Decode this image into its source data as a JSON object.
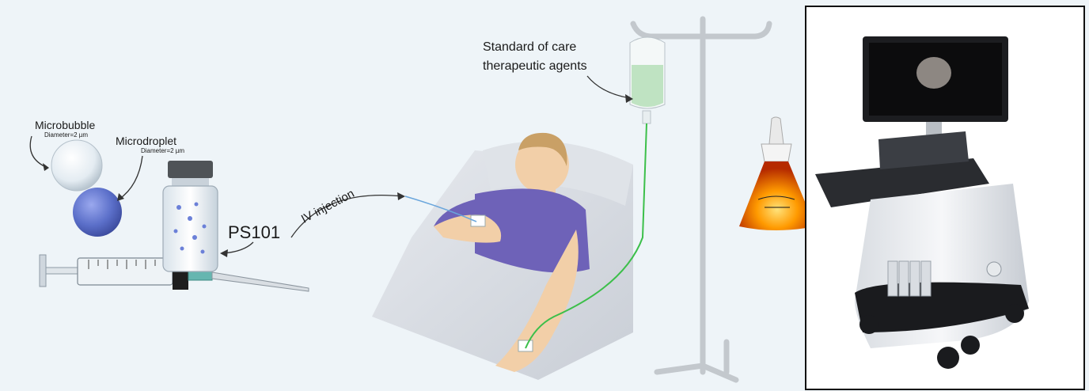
{
  "labels": {
    "microbubble": "Microbubble",
    "microbubble_diameter": "Diameter=2 µm",
    "microdroplet": "Microdroplet",
    "microdroplet_diameter": "Diameter=2 µm",
    "drug": "PS101",
    "injection": "IV injection",
    "soc_line1": "Standard of care",
    "soc_line2": "therapeutic agents"
  },
  "colors": {
    "background": "#eef4f8",
    "microbubble": "#e6eef4",
    "microdroplet": "#5b6fc9",
    "iv_fluid": "#bfe3c2",
    "iv_line": "#3cbf4a",
    "shirt": "#6e62b8",
    "skin": "#f2cfa8",
    "hair": "#c9a066",
    "ultrasound_glow": "#ffb000"
  }
}
